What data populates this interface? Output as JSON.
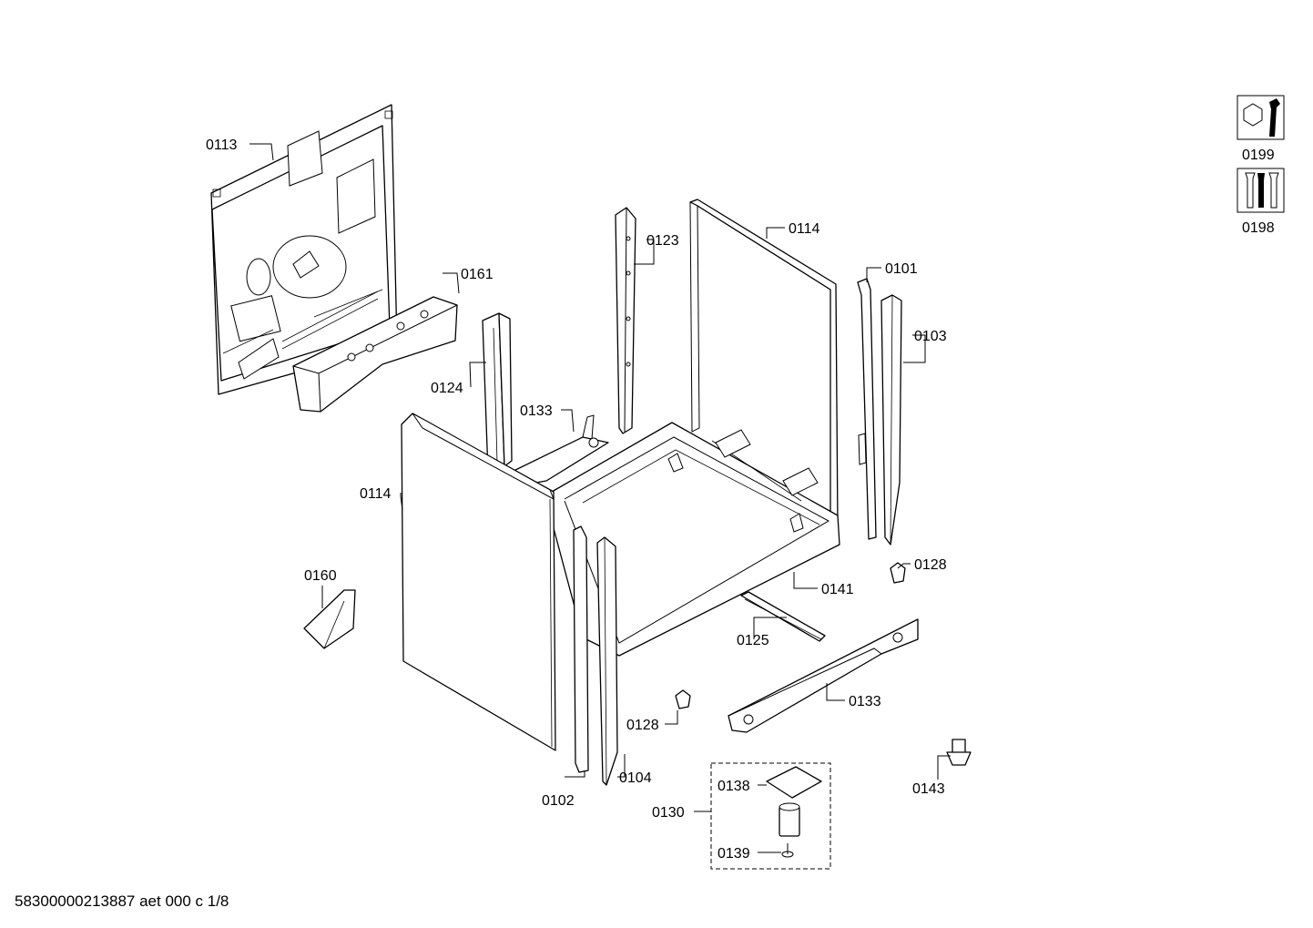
{
  "labels": {
    "p0113": "0113",
    "p0161": "0161",
    "p0124": "0124",
    "p0133a": "0133",
    "p0123": "0123",
    "p0114a": "0114",
    "p0114b": "0114",
    "p0101": "0101",
    "p0103": "0103",
    "p0128a": "0128",
    "p0128b": "0128",
    "p0141": "0141",
    "p0125": "0125",
    "p0133b": "0133",
    "p0160": "0160",
    "p0102": "0102",
    "p0104": "0104",
    "p0138": "0138",
    "p0130": "0130",
    "p0139": "0139",
    "p0143": "0143",
    "p0199": "0199",
    "p0198": "0198"
  },
  "footer": "58300000213887 aet 000 c 1/8"
}
